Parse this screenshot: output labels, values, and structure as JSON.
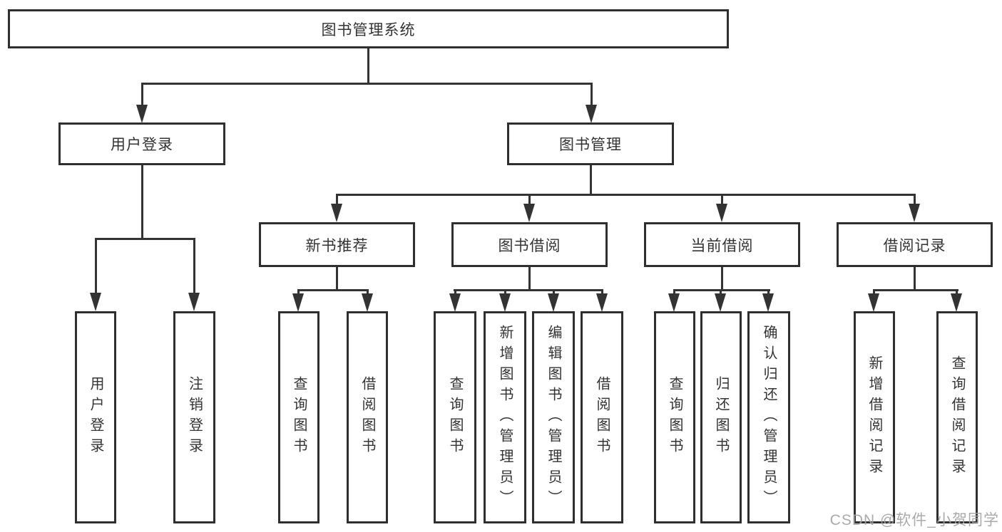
{
  "diagram": {
    "root": {
      "label": "图书管理系统"
    },
    "level2": [
      {
        "id": "user-login",
        "label": "用户登录"
      },
      {
        "id": "book-management",
        "label": "图书管理"
      }
    ],
    "level3": [
      {
        "id": "new-book-recommend",
        "label": "新书推荐",
        "parent": "book-management"
      },
      {
        "id": "book-borrow",
        "label": "图书借阅",
        "parent": "book-management"
      },
      {
        "id": "current-borrow",
        "label": "当前借阅",
        "parent": "book-management"
      },
      {
        "id": "borrow-record",
        "label": "借阅记录",
        "parent": "book-management"
      }
    ],
    "leaves": {
      "user_login": [
        {
          "label": "用户登录"
        },
        {
          "label": "注销登录"
        }
      ],
      "new_book_recommend": [
        {
          "label": "查询图书"
        },
        {
          "label": "借阅图书"
        }
      ],
      "book_borrow": [
        {
          "label": "查询图书"
        },
        {
          "label": "新增图书（管理员）"
        },
        {
          "label": "编辑图书（管理员）"
        },
        {
          "label": "借阅图书"
        }
      ],
      "current_borrow": [
        {
          "label": "查询图书"
        },
        {
          "label": "归还图书"
        },
        {
          "label": "确认归还（管理员）"
        }
      ],
      "borrow_record": [
        {
          "label": "新增借阅记录"
        },
        {
          "label": "查询借阅记录"
        }
      ]
    }
  },
  "watermark": {
    "text": "CSDN @软件_小贺同学"
  },
  "colors": {
    "line": "#333333",
    "box_border": "#2f2f2f",
    "box_fill": "#ffffff",
    "text": "#333333",
    "watermark": "#a3a3a3",
    "background": "#ffffff"
  }
}
